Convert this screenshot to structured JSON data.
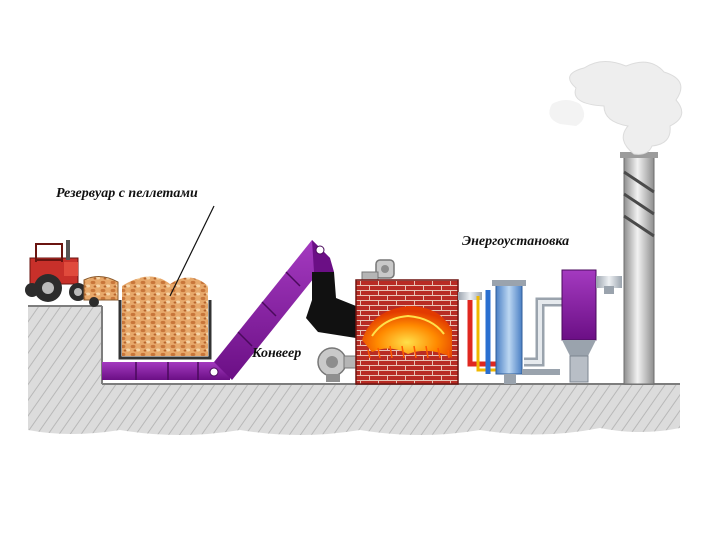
{
  "labels": {
    "reservoir": "Резервуар с пеллетами",
    "conveyor": "Конвеер",
    "power_unit": "Энергоустановка"
  },
  "colors": {
    "ground": "#d9d9d9",
    "ground_hatch": "#b5b5b5",
    "conveyor_purple": "#8a1aa0",
    "furnace_brick": "#b52a22",
    "flame_orange": "#ff7a00",
    "pellets": "#e8a766",
    "tractor_red": "#c8302a",
    "pipe_grey": "#c9ced6",
    "smoke": "#efefef"
  }
}
